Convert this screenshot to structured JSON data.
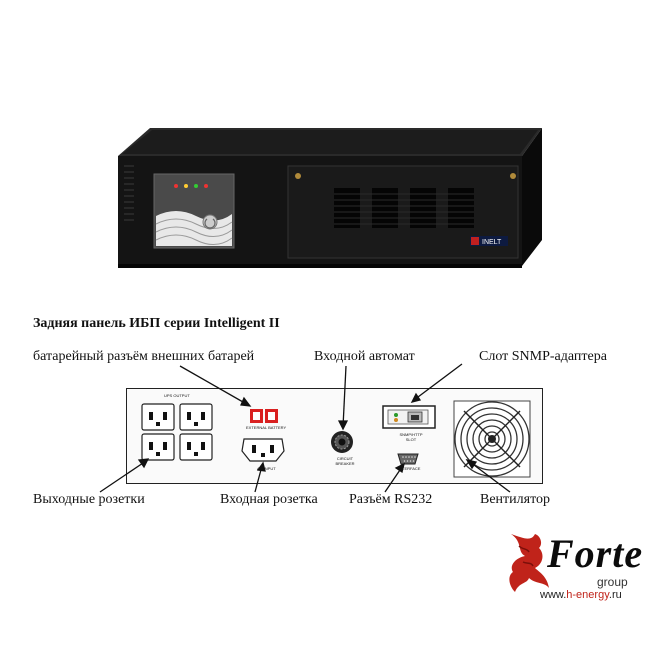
{
  "heading": "Задняя панель ИБП серии Intelligent II",
  "labels": {
    "external_battery": "батарейный разъём внешних батарей",
    "input_breaker": "Входной автомат",
    "snmp_slot": "Слот SNMP-адаптера",
    "output_sockets": "Выходные розетки",
    "input_socket": "Входная розетка",
    "rs232": "Разъём RS232",
    "fan": "Вентилятор"
  },
  "panel_text": {
    "ups_output": "UPS OUTPUT",
    "external_battery": "EXTERNAL BATTERY",
    "ac_input": "AC INPUT",
    "circuit_breaker": "CIRCUIT BREAKER",
    "snmp_slot": "SNMP/HTTP SLOT",
    "interface": "INTERFACE"
  },
  "ups_brand": "INELT",
  "logo": {
    "name": "Forte",
    "group": "group",
    "url_prefix": "www.",
    "url_highlight": "h-energy",
    "url_suffix": ".ru"
  },
  "colors": {
    "ups_body": "#141414",
    "battery_connector": "#d92020",
    "logo_red": "#c0231a"
  }
}
